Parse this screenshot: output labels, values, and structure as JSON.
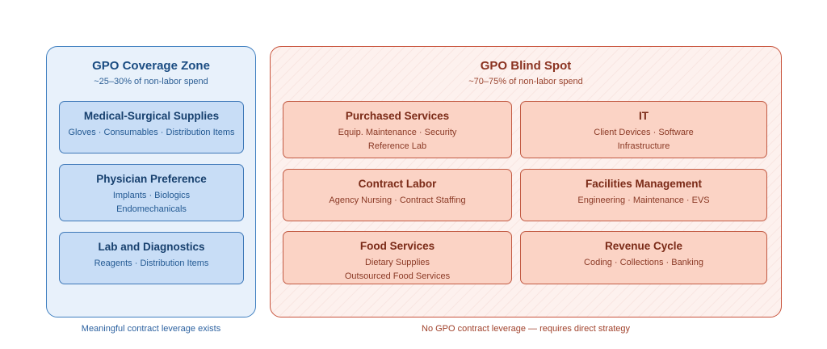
{
  "coverage_zone": {
    "title": "GPO Coverage Zone",
    "subtitle": "~25–30% of non-labor spend",
    "caption": "Meaningful contract leverage exists",
    "boxes": [
      {
        "title": "Medical-Surgical Supplies",
        "lines": [
          "Gloves · Consumables · Distribution Items"
        ]
      },
      {
        "title": "Physician Preference",
        "lines": [
          "Implants · Biologics",
          "Endomechanicals"
        ]
      },
      {
        "title": "Lab and Diagnostics",
        "lines": [
          "Reagents · Distribution Items"
        ]
      }
    ]
  },
  "blind_spot": {
    "title": "GPO Blind Spot",
    "subtitle": "~70–75% of non-labor spend",
    "caption": "No GPO contract leverage — requires direct strategy",
    "boxes": [
      {
        "title": "Purchased Services",
        "lines": [
          "Equip. Maintenance · Security",
          "Reference Lab"
        ]
      },
      {
        "title": "IT",
        "lines": [
          "Client Devices · Software",
          "Infrastructure"
        ]
      },
      {
        "title": "Contract Labor",
        "lines": [
          "Agency Nursing · Contract Staffing"
        ]
      },
      {
        "title": "Facilities Management",
        "lines": [
          "Engineering · Maintenance · EVS"
        ]
      },
      {
        "title": "Food Services",
        "lines": [
          "Dietary Supplies",
          "Outsourced Food Services"
        ]
      },
      {
        "title": "Revenue Cycle",
        "lines": [
          "Coding · Collections · Banking"
        ]
      }
    ]
  },
  "colors": {
    "coverage_accent": "#3f7fc0",
    "blind_spot_accent": "#c8533b"
  }
}
